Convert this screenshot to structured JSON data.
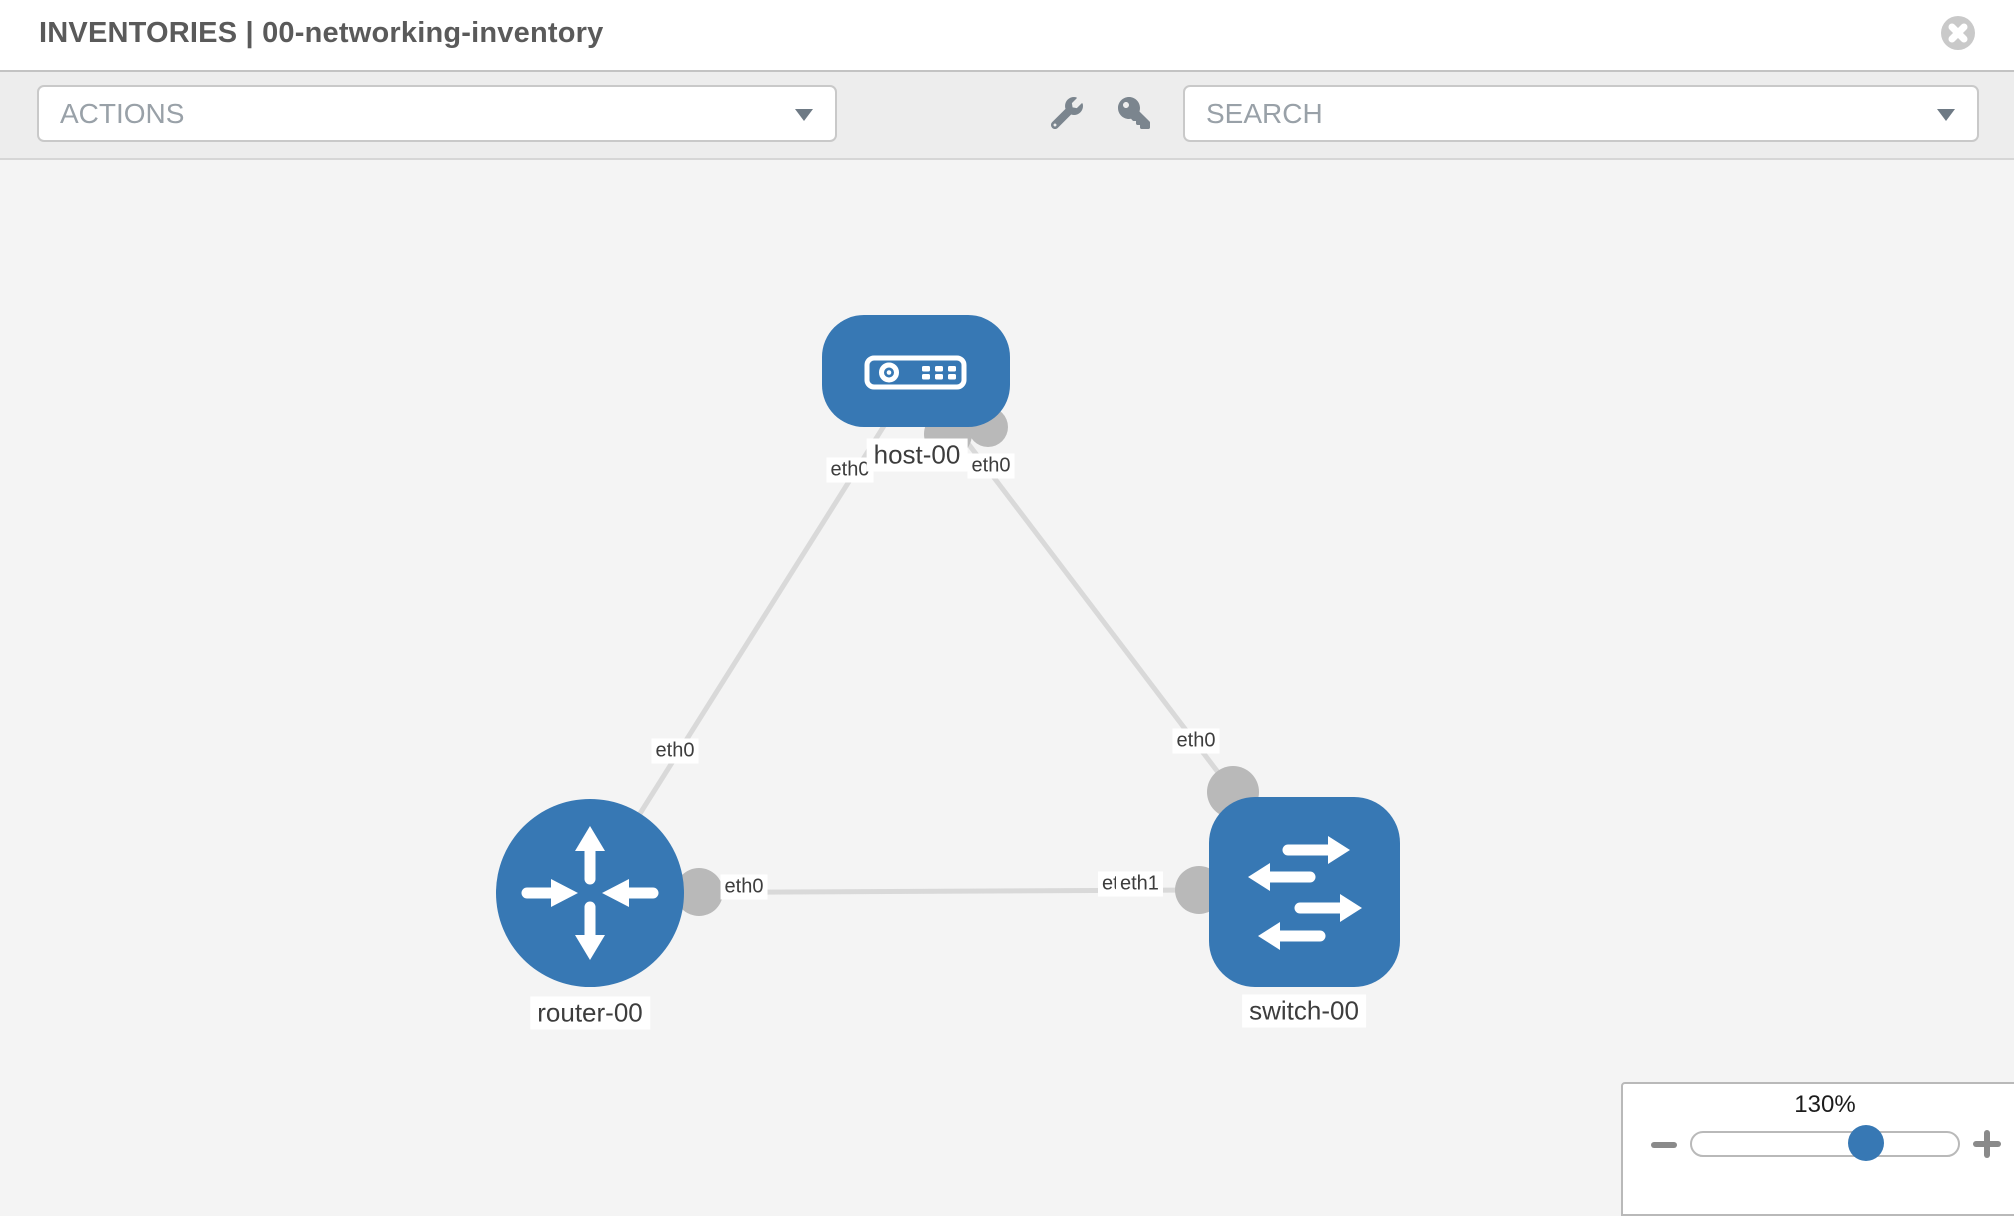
{
  "header": {
    "title": "INVENTORIES | 00-networking-inventory"
  },
  "toolbar": {
    "actions_value": "ACTIONS",
    "search_value": "SEARCH",
    "icons": [
      "wrench-icon",
      "key-icon"
    ]
  },
  "topology": {
    "nodes": [
      {
        "label": "host-00",
        "type": "host"
      },
      {
        "label": "router-00",
        "type": "router"
      },
      {
        "label": "switch-00",
        "type": "switch"
      }
    ],
    "links": [
      {
        "from": "host-00",
        "to": "router-00"
      },
      {
        "from": "host-00",
        "to": "switch-00"
      },
      {
        "from": "router-00",
        "to": "switch-00"
      }
    ],
    "iface_labels": {
      "host_left": "eth0",
      "host_right": "eth0",
      "host_router_mid": "eth0",
      "host_switch_mid": "eth0",
      "router_right": "eth0",
      "switch_left_back": "eth0",
      "switch_left_front": "eth1"
    }
  },
  "zoom_control": {
    "level": "130%"
  },
  "colors": {
    "node_blue": "#3778b4",
    "link_gray": "#d9d9d9",
    "connector_gray": "#b9b9b9",
    "canvas_bg": "#f4f4f4",
    "slider_handle": "#3778b4"
  }
}
